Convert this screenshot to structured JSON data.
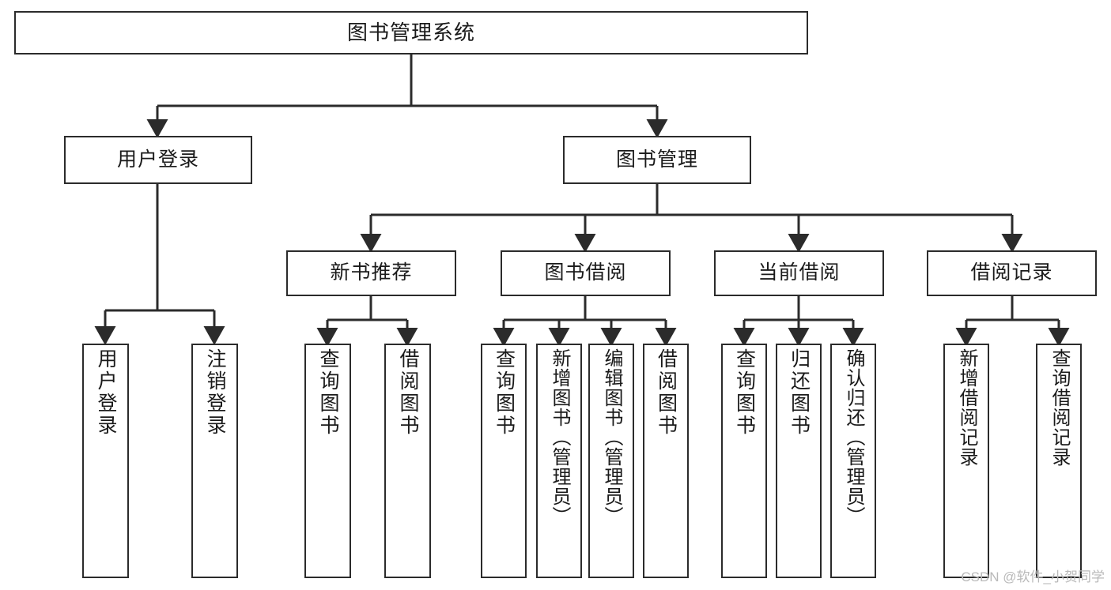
{
  "diagram": {
    "title": "图书管理系统",
    "type": "tree",
    "orientation": "top-down",
    "colors": {
      "box_border": "#2b2b2b",
      "box_fill": "#ffffff",
      "connector": "#2b2b2b",
      "text": "#1a1a1a",
      "watermark": "#b9b9b9",
      "background": "#ffffff"
    }
  },
  "nodes": {
    "root": {
      "id": "root",
      "label": "图书管理系统",
      "level": 0,
      "orientation": "horizontal"
    },
    "user_login": {
      "id": "user_login",
      "label": "用户登录",
      "level": 1,
      "orientation": "horizontal"
    },
    "book_manage": {
      "id": "book_manage",
      "label": "图书管理",
      "level": 1,
      "orientation": "horizontal"
    },
    "new_book_rec": {
      "id": "new_book_rec",
      "label": "新书推荐",
      "level": 2,
      "orientation": "horizontal"
    },
    "book_borrow": {
      "id": "book_borrow",
      "label": "图书借阅",
      "level": 2,
      "orientation": "horizontal"
    },
    "current_borrow": {
      "id": "current_borrow",
      "label": "当前借阅",
      "level": 2,
      "orientation": "horizontal"
    },
    "borrow_record": {
      "id": "borrow_record",
      "label": "借阅记录",
      "level": 2,
      "orientation": "horizontal"
    },
    "leaf_user_login": {
      "id": "leaf_user_login",
      "label": "用户登录",
      "level": 2,
      "orientation": "vertical"
    },
    "leaf_logout": {
      "id": "leaf_logout",
      "label": "注销登录",
      "level": 2,
      "orientation": "vertical"
    },
    "leaf_query_book_1": {
      "id": "leaf_query_book_1",
      "label": "查询图书",
      "level": 3,
      "orientation": "vertical"
    },
    "leaf_borrow_book_1": {
      "id": "leaf_borrow_book_1",
      "label": "借阅图书",
      "level": 3,
      "orientation": "vertical"
    },
    "leaf_query_book_2": {
      "id": "leaf_query_book_2",
      "label": "查询图书",
      "level": 3,
      "orientation": "vertical"
    },
    "leaf_add_book": {
      "id": "leaf_add_book",
      "label": "新增图书（管理员）",
      "level": 3,
      "orientation": "vertical"
    },
    "leaf_edit_book": {
      "id": "leaf_edit_book",
      "label": "编辑图书（管理员）",
      "level": 3,
      "orientation": "vertical"
    },
    "leaf_borrow_book_2": {
      "id": "leaf_borrow_book_2",
      "label": "借阅图书",
      "level": 3,
      "orientation": "vertical"
    },
    "leaf_query_book_3": {
      "id": "leaf_query_book_3",
      "label": "查询图书",
      "level": 3,
      "orientation": "vertical"
    },
    "leaf_return_book": {
      "id": "leaf_return_book",
      "label": "归还图书",
      "level": 3,
      "orientation": "vertical"
    },
    "leaf_confirm_return": {
      "id": "leaf_confirm_return",
      "label": "确认归还（管理员）",
      "level": 3,
      "orientation": "vertical"
    },
    "leaf_add_record": {
      "id": "leaf_add_record",
      "label": "新增借阅记录",
      "level": 3,
      "orientation": "vertical"
    },
    "leaf_query_record": {
      "id": "leaf_query_record",
      "label": "查询借阅记录",
      "level": 3,
      "orientation": "vertical"
    }
  },
  "edges": [
    {
      "from": "root",
      "to": "user_login"
    },
    {
      "from": "root",
      "to": "book_manage"
    },
    {
      "from": "user_login",
      "to": "leaf_user_login"
    },
    {
      "from": "user_login",
      "to": "leaf_logout"
    },
    {
      "from": "book_manage",
      "to": "new_book_rec"
    },
    {
      "from": "book_manage",
      "to": "book_borrow"
    },
    {
      "from": "book_manage",
      "to": "current_borrow"
    },
    {
      "from": "book_manage",
      "to": "borrow_record"
    },
    {
      "from": "new_book_rec",
      "to": "leaf_query_book_1"
    },
    {
      "from": "new_book_rec",
      "to": "leaf_borrow_book_1"
    },
    {
      "from": "book_borrow",
      "to": "leaf_query_book_2"
    },
    {
      "from": "book_borrow",
      "to": "leaf_add_book"
    },
    {
      "from": "book_borrow",
      "to": "leaf_edit_book"
    },
    {
      "from": "book_borrow",
      "to": "leaf_borrow_book_2"
    },
    {
      "from": "current_borrow",
      "to": "leaf_query_book_3"
    },
    {
      "from": "current_borrow",
      "to": "leaf_return_book"
    },
    {
      "from": "current_borrow",
      "to": "leaf_confirm_return"
    },
    {
      "from": "borrow_record",
      "to": "leaf_add_record"
    },
    {
      "from": "borrow_record",
      "to": "leaf_query_record"
    }
  ],
  "watermark": {
    "text": "CSDN @软件_小贺同学"
  }
}
